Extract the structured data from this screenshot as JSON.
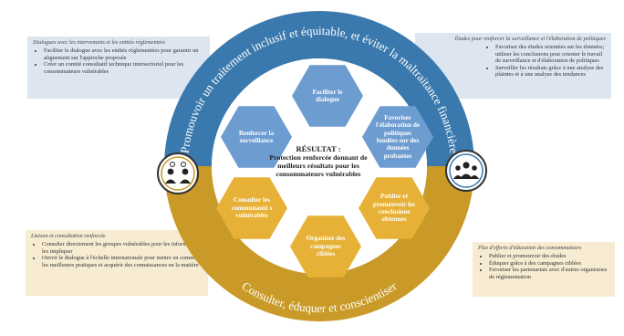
{
  "colors": {
    "ring_blue": "#3a79ad",
    "ring_gold": "#c99a27",
    "hex_blue": "#6d9cd1",
    "hex_gold": "#e7b137",
    "panel_blue": "#dde6f0",
    "panel_gold": "#f7ebd2"
  },
  "ring": {
    "top_text": "Promouvoir un traitement inclusif et équitable, et éviter la maltraitance financière",
    "bottom_text": "Consulter, éduquer et conscientiser"
  },
  "center": {
    "title": "RÉSULTAT :",
    "body": "Protection renforcée donnant de meilleurs résultats pour les consommateurs vulnérables"
  },
  "hexagons": [
    {
      "label": "Faciliter le dialogue",
      "color": "blue"
    },
    {
      "label": "Favoriser l'élaboration de politiques fondées sur des données probantes",
      "color": "blue"
    },
    {
      "label": "Publier et promouvoir les conclusions obtenues",
      "color": "gold"
    },
    {
      "label": "Organiser des campagnes ciblées",
      "color": "gold"
    },
    {
      "label": "Consulter les communauté s vulnérables",
      "color": "gold"
    },
    {
      "label": "Renforcer la surveillance",
      "color": "blue"
    }
  ],
  "icons": {
    "left": "people-dialogue-icon",
    "right": "group-icon"
  },
  "panels": {
    "top_left": {
      "title": "Dialogues avec les intervenants et les entités réglementées",
      "items": [
        "Faciliter le dialogue avec les entités réglementées pour garantir un alignement sur l'approche proposée",
        "Créer un comité consultatif technique intersectoriel pour les consommateurs vulnérables"
      ]
    },
    "top_right": {
      "title": "Études pour renforcer la surveillance et l'élaboration de politiques",
      "items": [
        "Favoriser des études orientées sur les données; utiliser les conclusions pour orienter le travail de surveillance et d'élaboration de politiques",
        "Surveiller les résultats grâce à une analyse des plaintes et à une analyse des tendances"
      ]
    },
    "bottom_left": {
      "title": "Liaison et consultation renforcée",
      "items": [
        "Consulter directement les groupes vulnérables pour les informer et les impliquer",
        "Ouvrir le dialogue à l'échelle internationale pour mettre en commun les meilleures pratiques et acquérir des connaissances en la matière"
      ]
    },
    "bottom_right": {
      "title": "Plus d'efforts d'éducation des consommateurs",
      "items": [
        "Publier et promouvoir des études",
        "Éduquer grâce à des campagnes ciblées",
        "Favoriser les partenariats avec d'autres organismes de réglementation"
      ]
    }
  }
}
